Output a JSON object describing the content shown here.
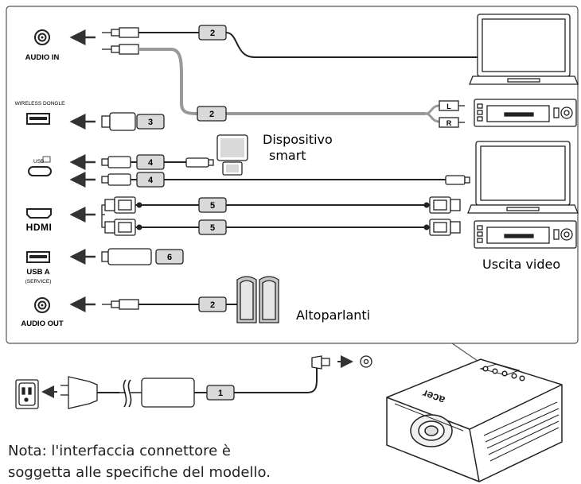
{
  "ports": {
    "audio_in": "AUDIO IN",
    "wireless_dongle": "WIRELESS DONGLE",
    "usb_c_mark": "USB",
    "hdmi": "HDMI",
    "usb_a": "USB A",
    "usb_a_sub": "(SERVICE)",
    "audio_out": "AUDIO OUT"
  },
  "cable_numbers": {
    "audio_top": "2",
    "audio_rca": "2",
    "dongle": "3",
    "usbc_1": "4",
    "usbc_2": "4",
    "hdmi_1": "5",
    "hdmi_2": "5",
    "usb_a": "6",
    "audio_out": "2",
    "power": "1"
  },
  "devices": {
    "smart_line1": "Dispositivo",
    "smart_line2": "smart",
    "video_out": "Uscita video",
    "speakers": "Altoparlanti",
    "rca_left": "L",
    "rca_right": "R",
    "projector_logo": "acer"
  },
  "note": "Nota: l'interfaccia connettore è soggetta alle specifiche del modello."
}
